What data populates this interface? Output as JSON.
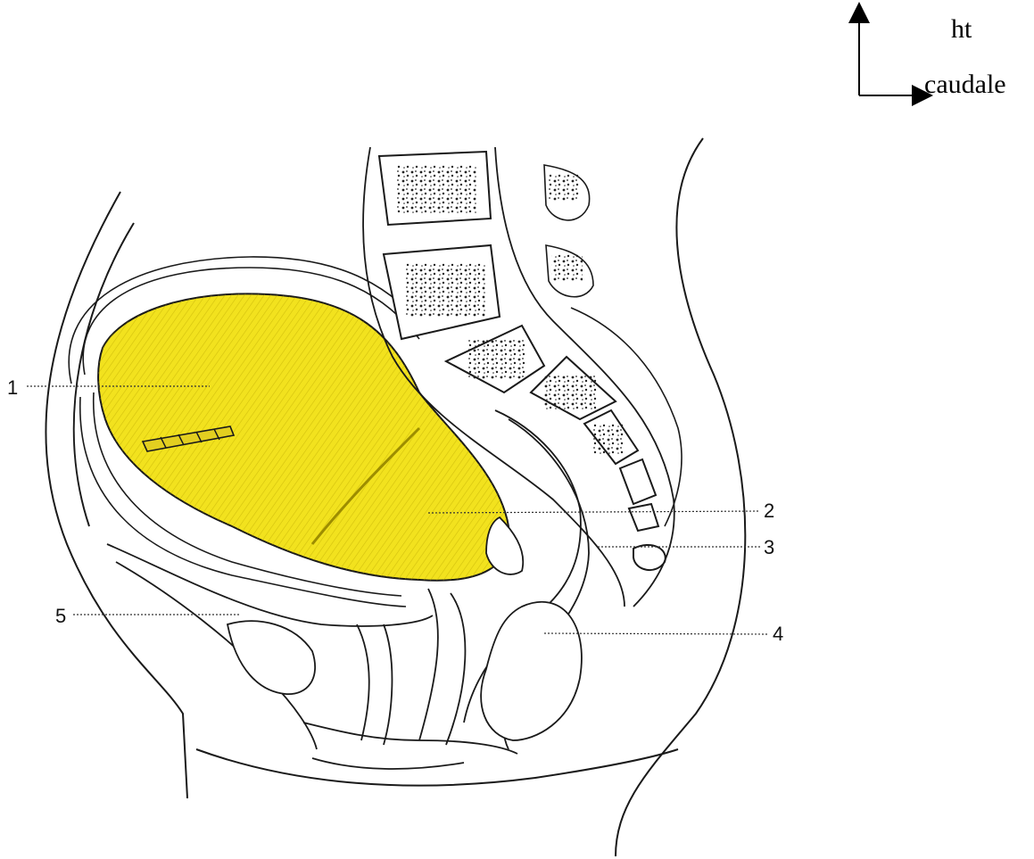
{
  "orientation": {
    "up_label": "ht",
    "right_label": "caudale"
  },
  "labels": [
    {
      "id": "1",
      "text": "1"
    },
    {
      "id": "2",
      "text": "2"
    },
    {
      "id": "3",
      "text": "3"
    },
    {
      "id": "4",
      "text": "4"
    },
    {
      "id": "5",
      "text": "5"
    }
  ],
  "colors": {
    "uterus_fill": "#F2E21E",
    "uterus_shade": "#C9B400",
    "line": "#1a1a1a",
    "bone_fill": "#ffffff",
    "bone_speckle": "#333333"
  }
}
